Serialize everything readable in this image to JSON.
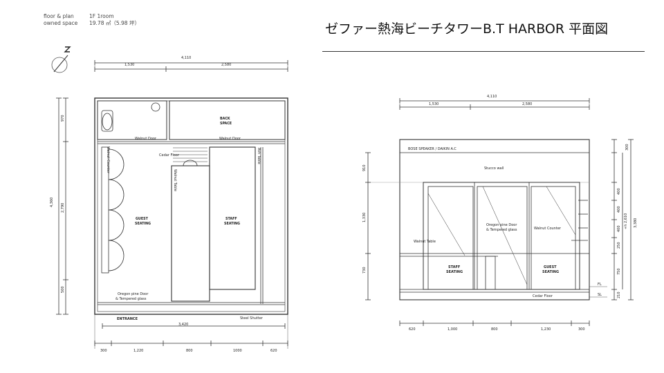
{
  "info": {
    "floor_label": "floor & plan",
    "floor_value": "1F  1room",
    "space_label": "owned space",
    "space_value": "19.78 ㎡（5.98 坪）"
  },
  "title": "ゼファー熱海ビーチタワーB.T HARBOR  平面図",
  "plan": {
    "total_width": "4,110",
    "top_dims": [
      "1,530",
      "2,580"
    ],
    "left_dims_outer": "4,360",
    "left_dims": [
      "970",
      "2,790",
      "500"
    ],
    "bottom_inner": "3,420",
    "bottom_dims": [
      "300",
      "1,220",
      "800",
      "1000",
      "620"
    ],
    "rooms": {
      "back_space": [
        "BACK",
        "SPACE"
      ],
      "guest": [
        "GUEST",
        "SEATING"
      ],
      "staff": [
        "STAFF",
        "SEATING"
      ]
    },
    "labels": {
      "walnut_door_1": "Walnut Door",
      "walnut_door_2": "Walnut Door",
      "cedar_floor": "Cedar Floor",
      "walnut_counter": "Walnut Counter",
      "walnut_table": "Walnut Table",
      "ash_table": "Ash Table",
      "oregon_1": "Oregon pine Door",
      "oregon_2": "& Tempered glass",
      "entrance": "ENTRANCE",
      "steel_shutter": "Steel Shutter"
    }
  },
  "elevation": {
    "total_width": "4,110",
    "top_dims": [
      "1,530",
      "2,580"
    ],
    "left_dims": [
      "910",
      "1,330",
      "730"
    ],
    "right_dims_outer": [
      "300",
      "3,380"
    ],
    "right_dims_mid": "+h 2,610",
    "right_dims": [
      "400",
      "400",
      "400",
      "250",
      "750",
      "210"
    ],
    "bottom_dims": [
      "620",
      "1,000",
      "800",
      "1,230",
      "300"
    ],
    "markers": [
      "FL",
      "SL"
    ],
    "labels": {
      "bose": "BOSE SPEAKER / DAIKIN A.C",
      "stucco": "Stucco wall",
      "oregon_1": "Oregon pine Door",
      "oregon_2": "& Tempered glass",
      "walnut_counter": "Walnut Counter",
      "walnut_table": "Walnut Table",
      "staff": [
        "STAFF",
        "SEATING"
      ],
      "guest": [
        "GUEST",
        "SEATING"
      ],
      "cedar_floor": "Cedar Floor"
    }
  }
}
